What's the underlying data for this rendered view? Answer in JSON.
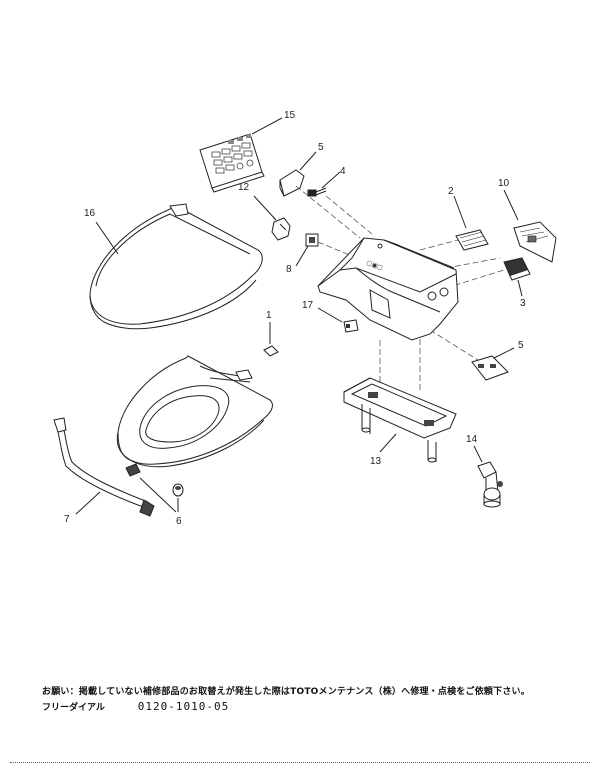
{
  "callouts": [
    "15",
    "5",
    "4",
    "12",
    "16",
    "8",
    "2",
    "10",
    "3",
    "17",
    "5",
    "1",
    "7",
    "13",
    "14",
    "6"
  ],
  "footer": {
    "notice": "お願い：掲載していない補修部品のお取替えが発生した際はTOTOメンテナンス（株）へ修理・点検をご依頼下さい。",
    "phone_label": "フリーダイアル",
    "phone_number": "0120-1010-05"
  }
}
